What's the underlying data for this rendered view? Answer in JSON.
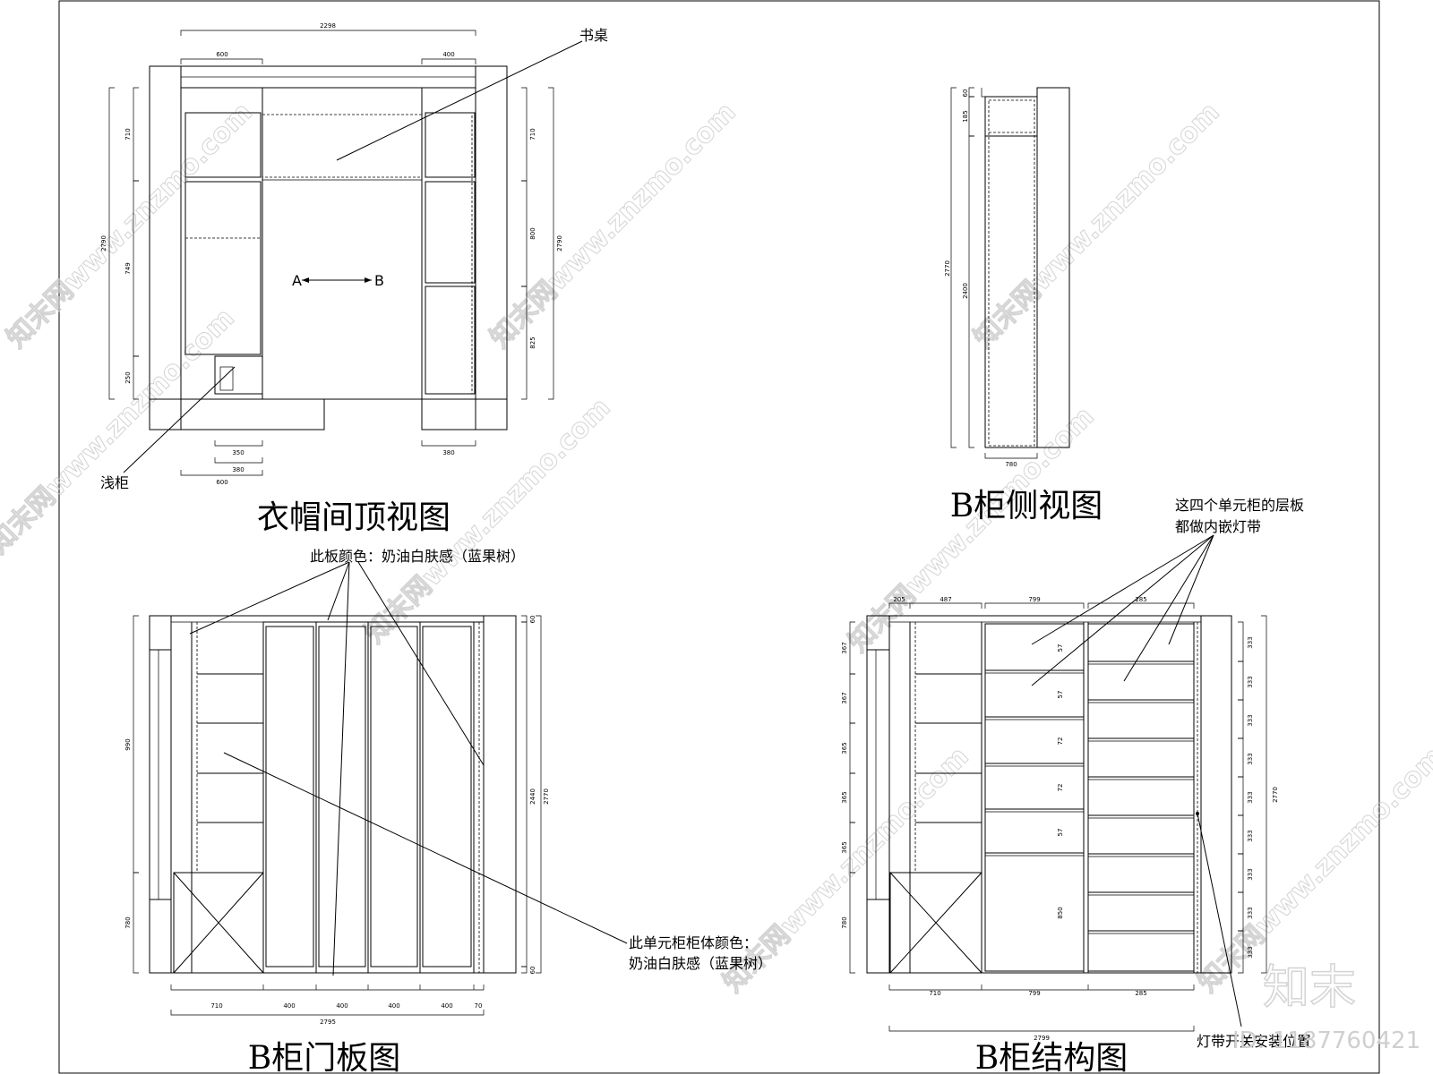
{
  "titles": {
    "top_view": "衣帽间顶视图",
    "b_side": "B柜侧视图",
    "b_door": "B柜门板图",
    "b_struct": "B柜结构图"
  },
  "labels": {
    "desk": "书桌",
    "shallow_cabinet": "浅柜",
    "arrow_a": "A",
    "arrow_b": "B",
    "panel_color": "此板颜色：奶油白肤感（蓝果树）",
    "unit_color_line1": "此单元柜柜体颜色：",
    "unit_color_line2": "奶油白肤感（蓝果树）",
    "led_note_line1": "这四个单元柜的层板",
    "led_note_line2": "都做内嵌灯带",
    "led_switch": "灯带开关安装位置"
  },
  "dims": {
    "top_overall": "2298",
    "top_left": "600",
    "top_right": "400",
    "top_bottom_1": "350",
    "top_bottom_2": "380",
    "top_bottom_3": "600",
    "top_bottom_right": "380",
    "top_left_v_overall": "2790",
    "top_left_v1": "710",
    "top_left_v2": "749",
    "top_left_v3": "250",
    "top_right_v1": "710",
    "top_right_v2": "800",
    "top_right_v3": "825",
    "top_right_v_overall": "2790",
    "side_top1": "60",
    "side_top2": "185",
    "side_overall": "2770",
    "side_inner": "2400",
    "side_bottom": "780",
    "door_bottom_1": "710",
    "door_bottom_2": "400",
    "door_bottom_3": "400",
    "door_bottom_4": "400",
    "door_bottom_5": "400",
    "door_bottom_6": "70",
    "door_bottom_overall": "2795",
    "door_left_top": "990",
    "door_left_bottom": "780",
    "door_right_1": "2440",
    "door_right_2": "2770",
    "door_right_top": "60",
    "door_right_bottom": "60",
    "struct_top_1": "205",
    "struct_top_2": "487",
    "struct_top_3": "799",
    "struct_top_4": "285",
    "struct_bottom_1": "710",
    "struct_bottom_2": "799",
    "struct_bottom_3": "285",
    "struct_bottom_overall": "2799",
    "struct_left_1": "367",
    "struct_left_2": "367",
    "struct_left_3": "365",
    "struct_left_4": "365",
    "struct_left_5": "365",
    "struct_left_6": "780",
    "struct_right_overall": "2770",
    "struct_mid_1": "57",
    "struct_mid_2": "57",
    "struct_mid_3": "72",
    "struct_mid_4": "72",
    "struct_mid_5": "57",
    "struct_mid_6": "850",
    "struct_right_each": "333"
  },
  "watermark": {
    "brand": "知末",
    "id": "ID: 1187760421",
    "site": "知末网www.znzmo.com"
  }
}
